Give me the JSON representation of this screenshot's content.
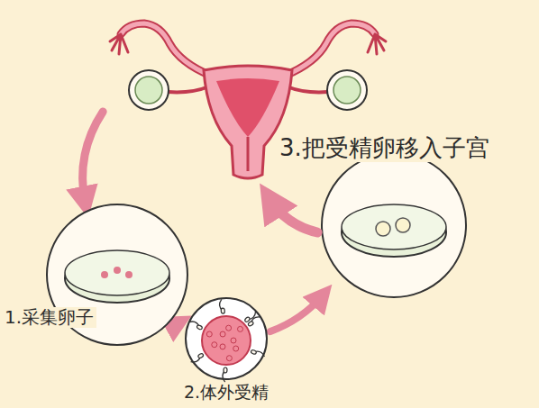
{
  "diagram": {
    "nodes": [
      {
        "text": [
          "3.把受精卵移入子宫"
        ]
      },
      {
        "text": [
          "1.采集卵子"
        ]
      },
      {
        "text": [
          "2.体外受精"
        ]
      }
    ],
    "edges": [
      {
        "from": 0,
        "to": 1,
        "arrow": "to"
      },
      {
        "from": 1,
        "to": 2,
        "arrow": "to"
      }
    ]
  }
}
